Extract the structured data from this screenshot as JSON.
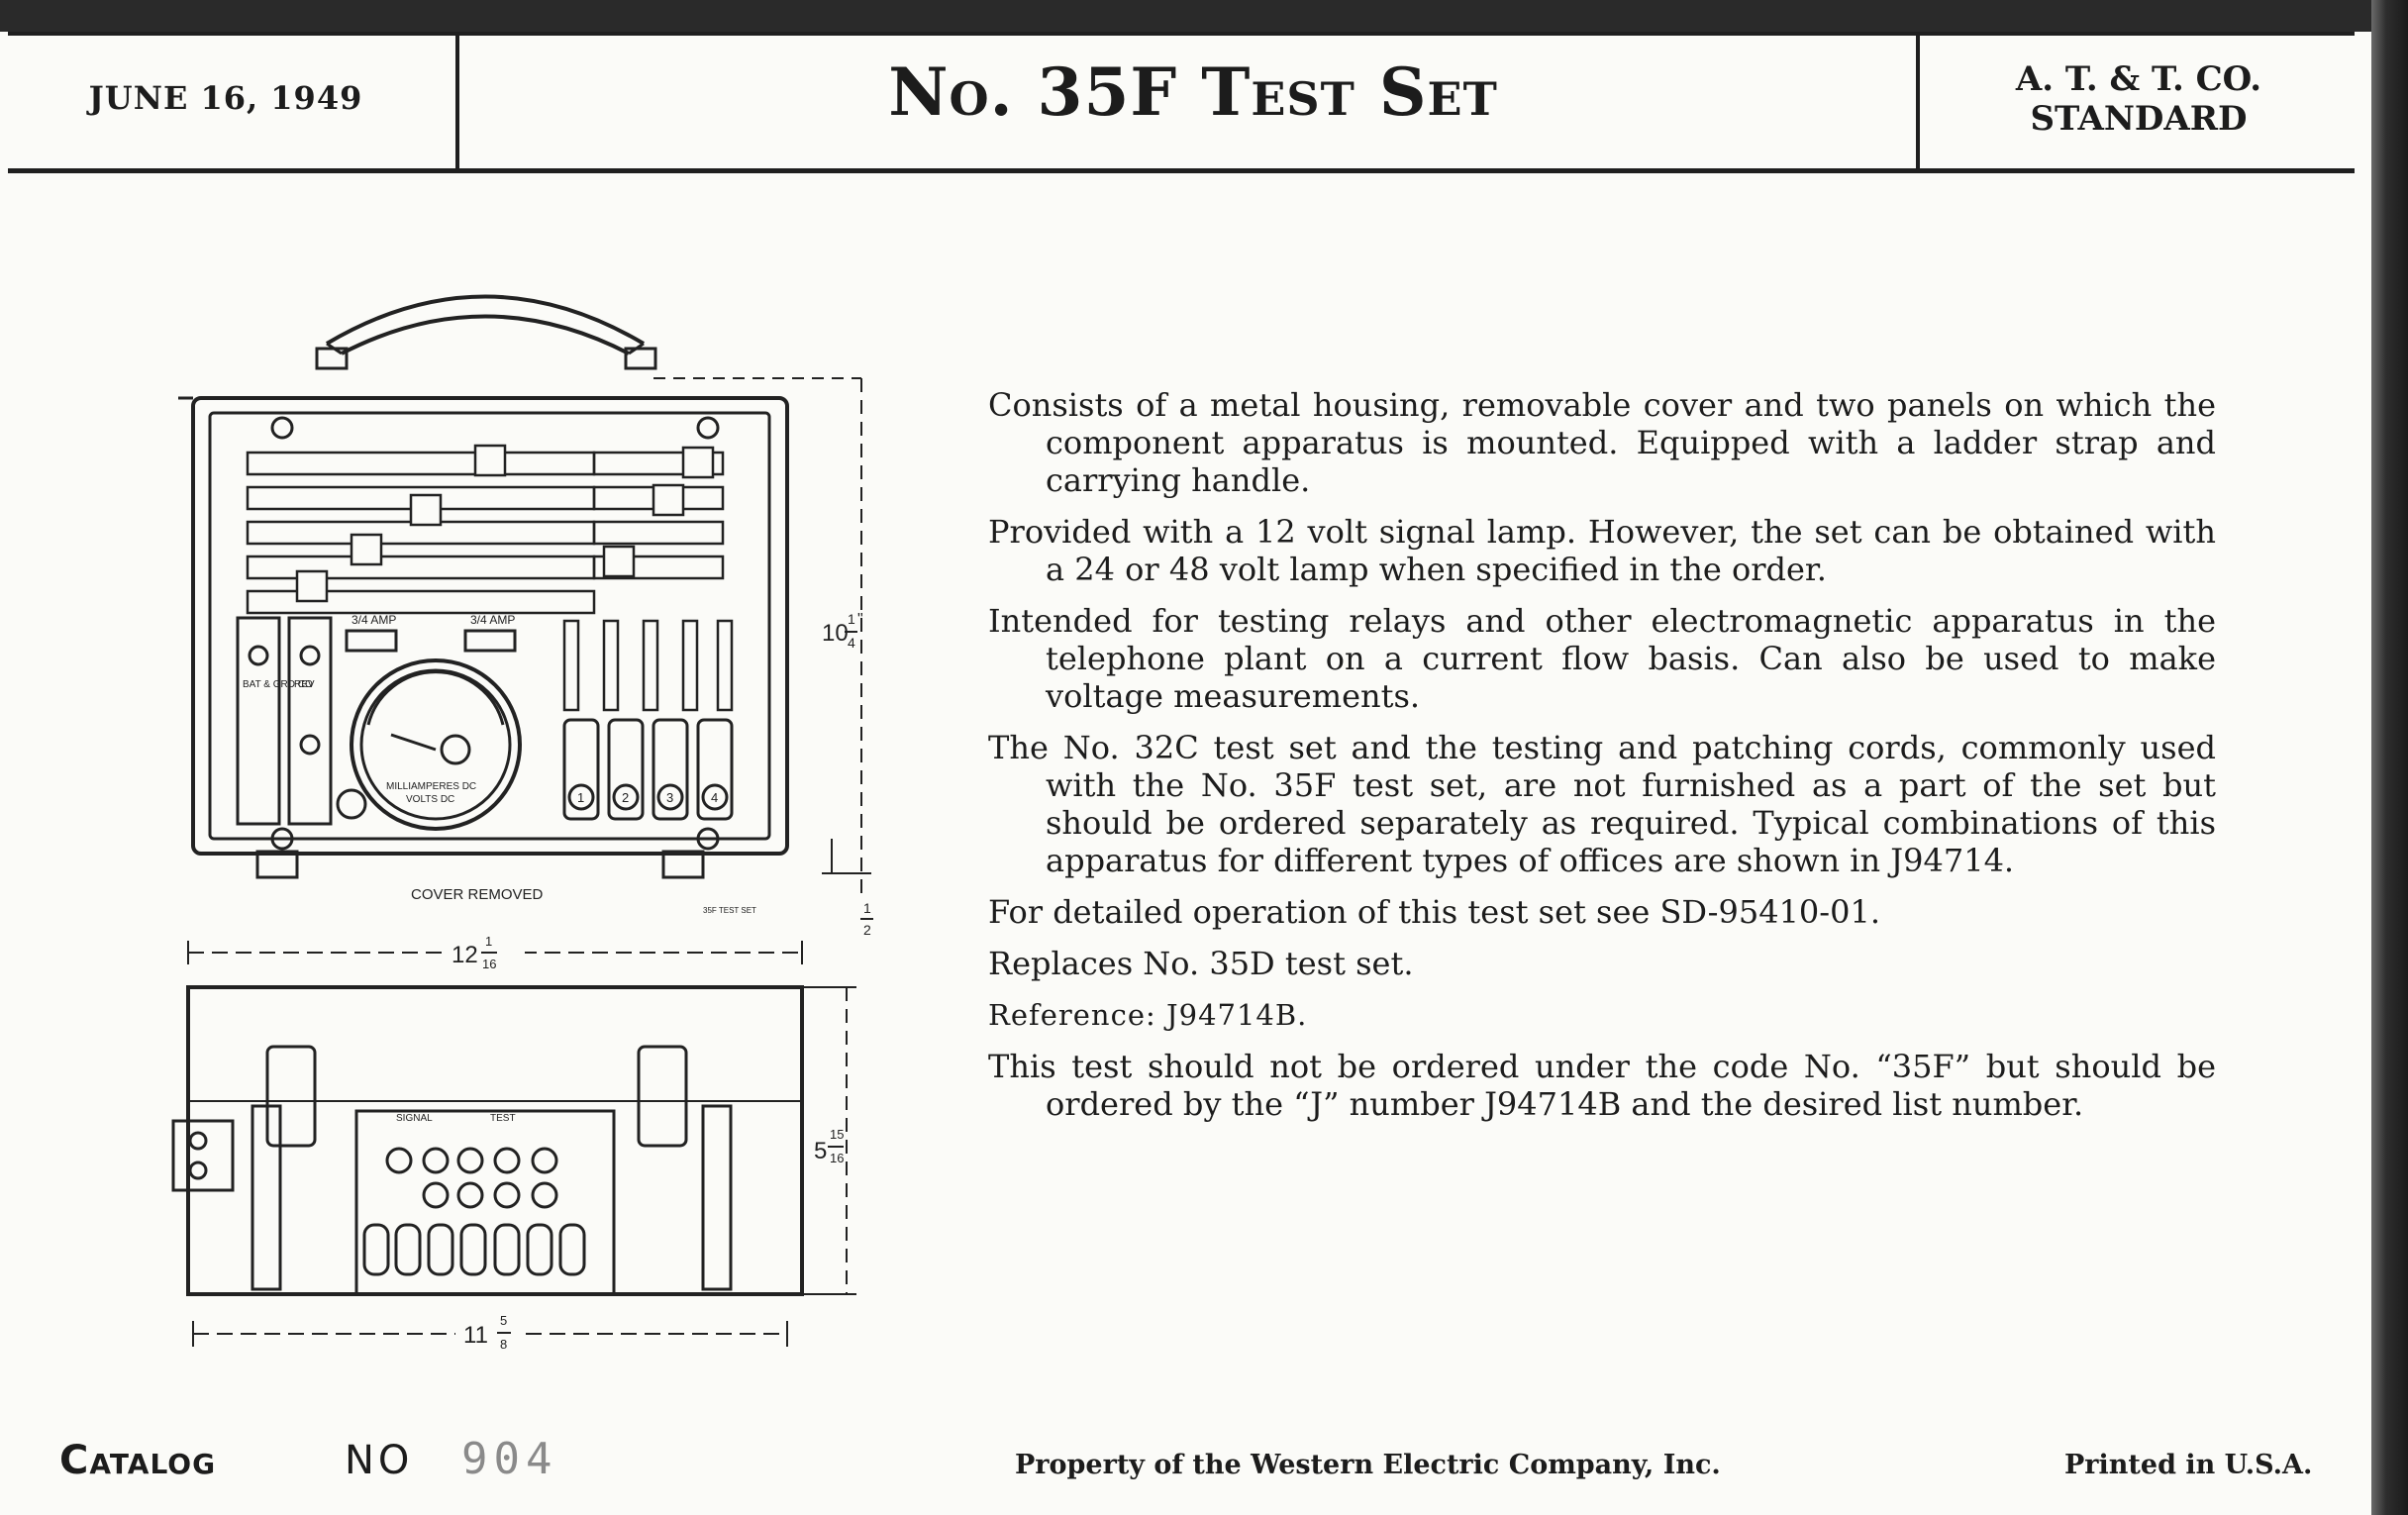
{
  "header": {
    "date": "JUNE 16, 1949",
    "title": "No. 35F Test Set",
    "standard_line1": "A. T. & T. CO.",
    "standard_line2": "STANDARD"
  },
  "paragraphs": [
    "Consists of a metal housing, removable cover and two panels on which the component apparatus is mounted. Equipped with a ladder strap and carrying handle.",
    "Provided with a 12 volt signal lamp. However, the set can be obtained with a 24 or 48 volt lamp when specified in the order.",
    "Intended for testing relays and other electromagnetic apparatus in the telephone plant on a current flow basis. Can also be used to make voltage measurements.",
    "The No. 32C test set and the testing and patching cords, commonly used with the No. 35F test set, are not furnished as a part of the set but should be ordered separately as required. Typical combinations of this apparatus for different types of offices are shown in J94714.",
    "For detailed operation of this test set see SD-95410-01.",
    "Replaces No. 35D test set.",
    "Reference: J94714B.",
    "This test should not be ordered under the code No. “35F” but should be ordered by the “J” number J94714B and the desired list number."
  ],
  "drawing": {
    "caption_cover_removed": "COVER REMOVED",
    "amp_label_1": "3/4 AMP",
    "amp_label_2": "3/4 AMP",
    "meter_label_1": "MILLIAMPERES DC",
    "meter_label_2": "VOLTS DC",
    "bat_grd_label": "BAT & GRD CO",
    "rev_label": "REV",
    "small_caption": "35F TEST SET",
    "dim_height_top": "10",
    "dim_height_top_frac_num": "1",
    "dim_height_top_frac_den": "4",
    "dim_width_top": "12",
    "dim_width_top_frac_num": "1",
    "dim_width_top_frac_den": "16",
    "dim_foot_frac_num": "1",
    "dim_foot_frac_den": "2",
    "dim_height_bottom": "5",
    "dim_height_bottom_frac_num": "15",
    "dim_height_bottom_frac_den": "16",
    "dim_width_bottom": "11",
    "dim_width_bottom_frac_num": "5",
    "dim_width_bottom_frac_den": "8",
    "inch_mark": "\"",
    "front_signal_label": "SIGNAL",
    "front_test_label": "TEST",
    "panel_numbers": [
      "1",
      "2",
      "3",
      "4"
    ]
  },
  "footer": {
    "catalog": "Catalog",
    "no": "NO",
    "catalog_number": "904",
    "property": "Property of the Western Electric Company, Inc.",
    "printed": "Printed in U.S.A."
  }
}
